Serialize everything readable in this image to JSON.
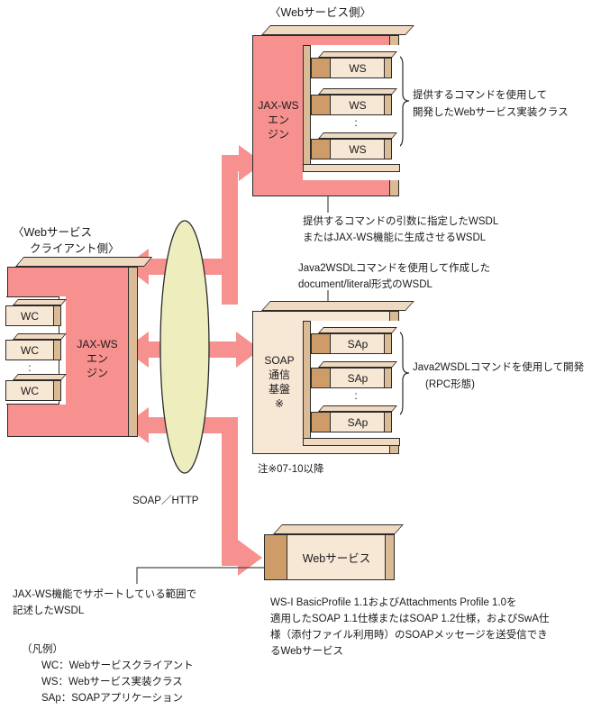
{
  "diagram": {
    "title_webservice_side": "〈Webサービス側〉",
    "title_client_side_line1": "〈Webサービス",
    "title_client_side_line2": "クライアント側〉"
  },
  "engine_ws": {
    "label_line1": "JAX-WS",
    "label_line2": "エン",
    "label_line3": "ジン",
    "color": "#F6918F"
  },
  "engine_client": {
    "label_line1": "JAX-WS",
    "label_line2": "エン",
    "label_line3": "ジン",
    "color": "#F6918F"
  },
  "soap_base": {
    "label_line1": "SOAP",
    "label_line2": "通信",
    "label_line3": "基盤",
    "label_line4": "※",
    "color": "#F7E7D5",
    "footnote": "注※07-10以降"
  },
  "ws_boxes": [
    {
      "label": "WS"
    },
    {
      "label": "WS"
    },
    {
      "label": "WS"
    }
  ],
  "wc_boxes": [
    {
      "label": "WC"
    },
    {
      "label": "WC"
    },
    {
      "label": "WC"
    }
  ],
  "sap_boxes": [
    {
      "label": "SAp"
    },
    {
      "label": "SAp"
    },
    {
      "label": "SAp"
    }
  ],
  "vertical_dots": ":",
  "webservice_box": {
    "label": "Webサービス"
  },
  "annotations": {
    "ws_brace_note_line1": "提供するコマンドを使用して",
    "ws_brace_note_line2": "開発したWebサービス実装クラス",
    "wsdl_note1_line1": "提供するコマンドの引数に指定したWSDL",
    "wsdl_note1_line2": "またはJAX-WS機能に生成させるWSDL",
    "wsdl_note2_line1": "Java2WSDLコマンドを使用して作成した",
    "wsdl_note2_line2": "document/literal形式のWSDL",
    "sap_brace_note_line1": "Java2WSDLコマンドを使用して開発",
    "sap_brace_note_line2": "(RPC形態)",
    "jaxws_scope_note_line1": "JAX-WS機能でサポートしている範囲で",
    "jaxws_scope_note_line2": "記述したWSDL",
    "webservice_desc_line1": "WS-I BasicProfile 1.1およびAttachments Profile 1.0を",
    "webservice_desc_line2": "適用したSOAP 1.1仕様またはSOAP 1.2仕様，およびSwA仕",
    "webservice_desc_line3": "様（添付ファイル利用時）のSOAPメッセージを送受信でき",
    "webservice_desc_line4": "るWebサービス"
  },
  "protocol": {
    "label": "SOAP／HTTP",
    "ellipse_color": "#EDEDBE"
  },
  "legend": {
    "title": "（凡例）",
    "items": [
      "WC：Webサービスクライアント",
      "WS：Webサービス実装クラス",
      "SAp：SOAPアプリケーション"
    ]
  }
}
